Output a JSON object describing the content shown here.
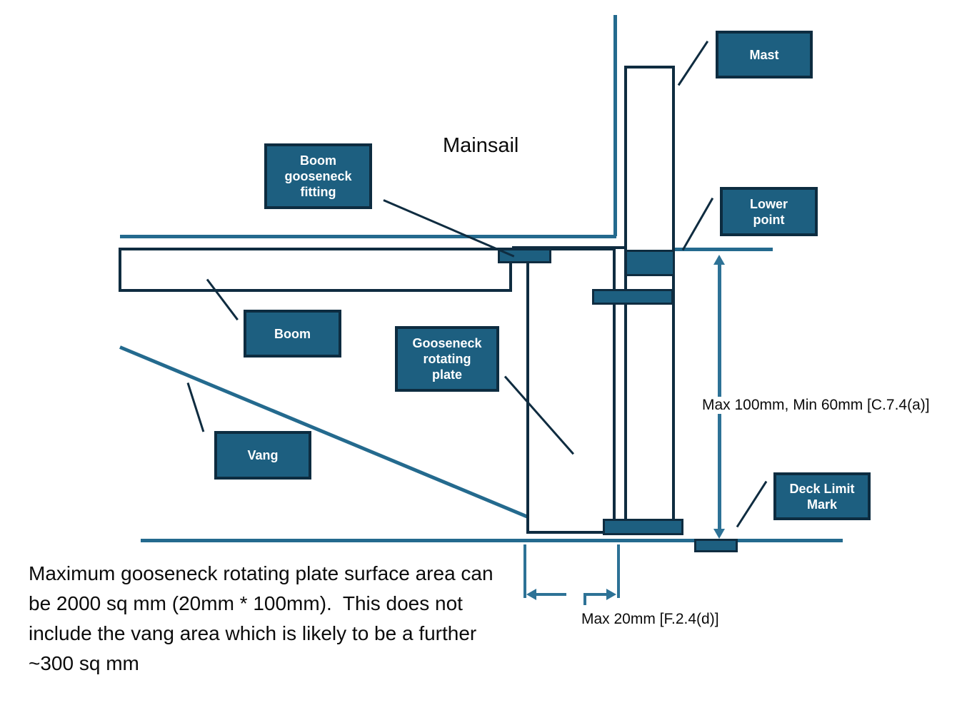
{
  "title": "Mainsail",
  "labels": {
    "mast": "Mast",
    "boom_gooseneck_fitting": "Boom\ngooseneck\nfitting",
    "lower_point": "Lower\npoint",
    "boom": "Boom",
    "gooseneck_rotating_plate": "Gooseneck\nrotating\nplate",
    "vang": "Vang",
    "deck_limit_mark": "Deck Limit\nMark"
  },
  "annotations": {
    "vertical_dimension": "Max 100mm, Min 60mm [C.7.4(a)]",
    "horizontal_dimension": "Max 20mm [F.2.4(d)]"
  },
  "note": "Maximum gooseneck rotating plate surface area can be 2000 sq mm (20mm * 100mm).  This does not include the vang area which is likely to be a further ~300 sq mm",
  "colors": {
    "box_fill": "#1d5f80",
    "box_border": "#0d2c40",
    "line_teal": "#246a8e",
    "arrow_teal": "#2d7296",
    "line_dark": "#0f2c40",
    "text_dark": "#0b0b0b",
    "label_text": "#ffffff"
  }
}
